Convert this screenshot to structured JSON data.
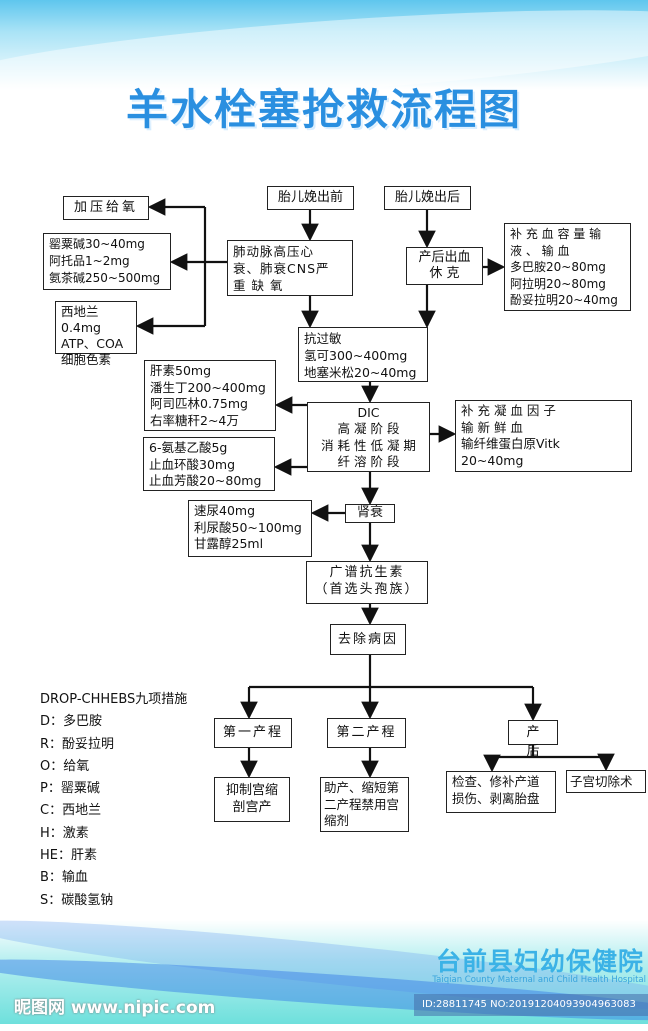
{
  "title": "羊水栓塞抢救流程图",
  "nodes": {
    "before": "胎儿娩出前",
    "after": "胎儿娩出后",
    "oxygen": "加压给氧",
    "lung": "肺动脉高压心\n衰、肺衰CNS严\n重 缺 氧",
    "drugs1": "罂粟碱30~40mg\n阿托品1~2mg\n氨茶碱250~500mg",
    "drugs2": "西地兰0.4mg\nATP、COA\n细胞色素",
    "pph": "产后出血\n休 克",
    "volume": "补 充 血 容 量 输\n液 、 输 血\n多巴胺20~80mg\n阿拉明20~80mg\n酚妥拉明20~40mg",
    "antiallergy": "抗过敏\n氢可300~400mg\n地塞米松20~40mg",
    "heparin": "肝素50mg\n潘生丁200~400mg\n阿司匹林0.75mg\n右率糖秆2~4万",
    "dic": "DIC\n高 凝 阶 段\n消 耗 性 低 凝 期\n纤 溶 阶 段",
    "coag": "补 充 凝 血 因 子\n输 新 鲜 血\n输纤维蛋白原Vitk\n              20~40mg",
    "antifib": "6-氨基乙酸5g\n止血环酸30mg\n止血芳酸20~80mg",
    "renal": "肾衰",
    "diuretic": "速尿40mg\n利尿酸50~100mg\n甘露醇25ml",
    "antibiotic": "广谱抗生素\n（首选头孢族）",
    "cause": "去除病因",
    "stage1": "第一产程",
    "stage2": "第二产程",
    "postpartum": "产　后",
    "stage1_action": "抑制宫缩\n剖宫产",
    "stage2_action": "助产、缩短第\n二产程禁用宫\n缩剂",
    "post_action1": "检查、修补产道\n损伤、剥离胎盘",
    "post_action2": "子宫切除术"
  },
  "legend": {
    "title": "DROP-CHHEBS九项措施",
    "items": [
      "D：多巴胺",
      "R：酚妥拉明",
      "O：给氧",
      "P：罂粟碱",
      "C：西地兰",
      "H：激素",
      "HE：肝素",
      "B：输血",
      "S：碳酸氢钠"
    ]
  },
  "footer": {
    "hospital": "台前县妇幼保健院",
    "hospital_en": "Taiqian County Maternal and Child Health Hospital",
    "watermark": "昵图网 www.nipic.com",
    "id": "ID:28811745 NO:20191204093904963083"
  },
  "colors": {
    "title": "#2a8fe0",
    "hospital": "#3bb2e6"
  }
}
